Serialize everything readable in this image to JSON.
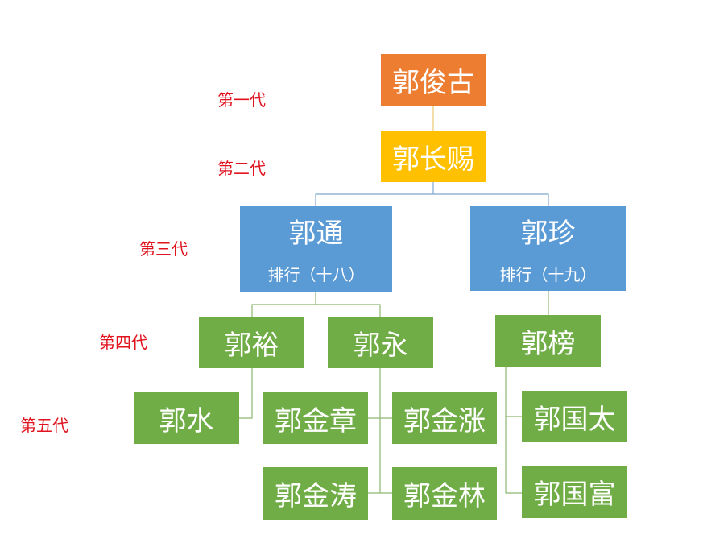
{
  "generations": [
    "第一代",
    "第二代",
    "第三代",
    "第四代",
    "第五代"
  ],
  "people": {
    "g1": "郭俊古",
    "g2": "郭长赐",
    "tong": {
      "name": "郭通",
      "rank": "排行（十八）"
    },
    "zhen": {
      "name": "郭珍",
      "rank": "排行（十九）"
    },
    "yu": "郭裕",
    "yong": "郭永",
    "bang": "郭榜",
    "shui": "郭水",
    "jinzhang": "郭金章",
    "jinzhang2": "郭金涨",
    "guotai": "郭国太",
    "jintao": "郭金涛",
    "jinlin": "郭金林",
    "guofu": "郭国富"
  },
  "colors": {
    "gen1": "#ED7D31",
    "gen2": "#FFC000",
    "gen3": "#5B9BD5",
    "gen45": "#70AD47",
    "label": "#E0141E"
  }
}
